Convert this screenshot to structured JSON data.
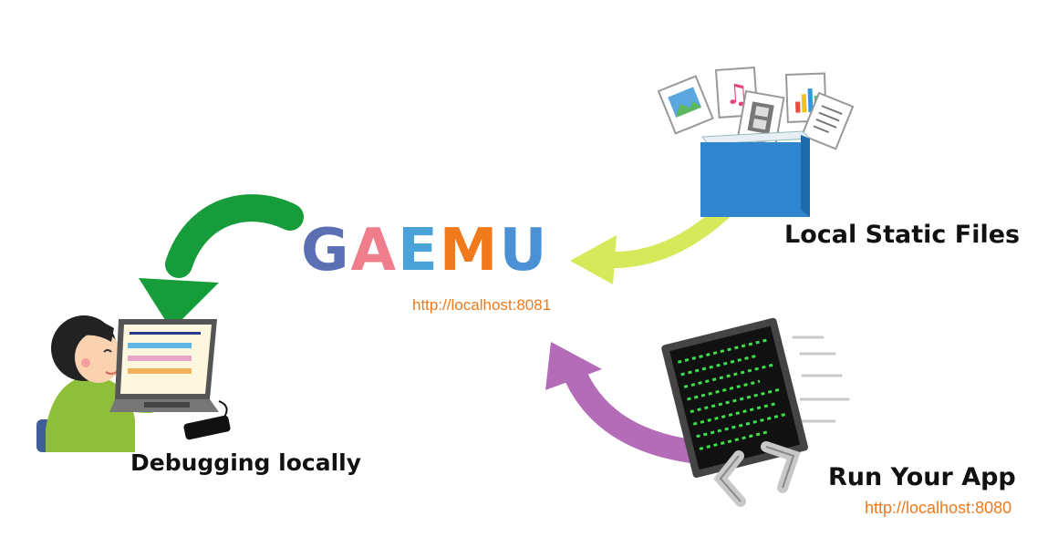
{
  "logo": {
    "letters": [
      {
        "char": "G",
        "color": "#5b6fb3"
      },
      {
        "char": "A",
        "color": "#ef7d8c"
      },
      {
        "char": "E",
        "color": "#4aa3d8"
      },
      {
        "char": "M",
        "color": "#f07a1c"
      },
      {
        "char": "U",
        "color": "#4a90d4"
      }
    ],
    "url": "http://localhost:8081"
  },
  "nodes": {
    "static_files": {
      "label": "Local Static Files"
    },
    "run_app": {
      "label": "Run Your App",
      "url": "http://localhost:8080"
    },
    "debug": {
      "label": "Debugging locally"
    }
  },
  "arrows": {
    "static_to_gaemu": "#d6e95a",
    "gaemu_to_debug": "#169c3a",
    "app_to_gaemu": "#b56cb8"
  }
}
